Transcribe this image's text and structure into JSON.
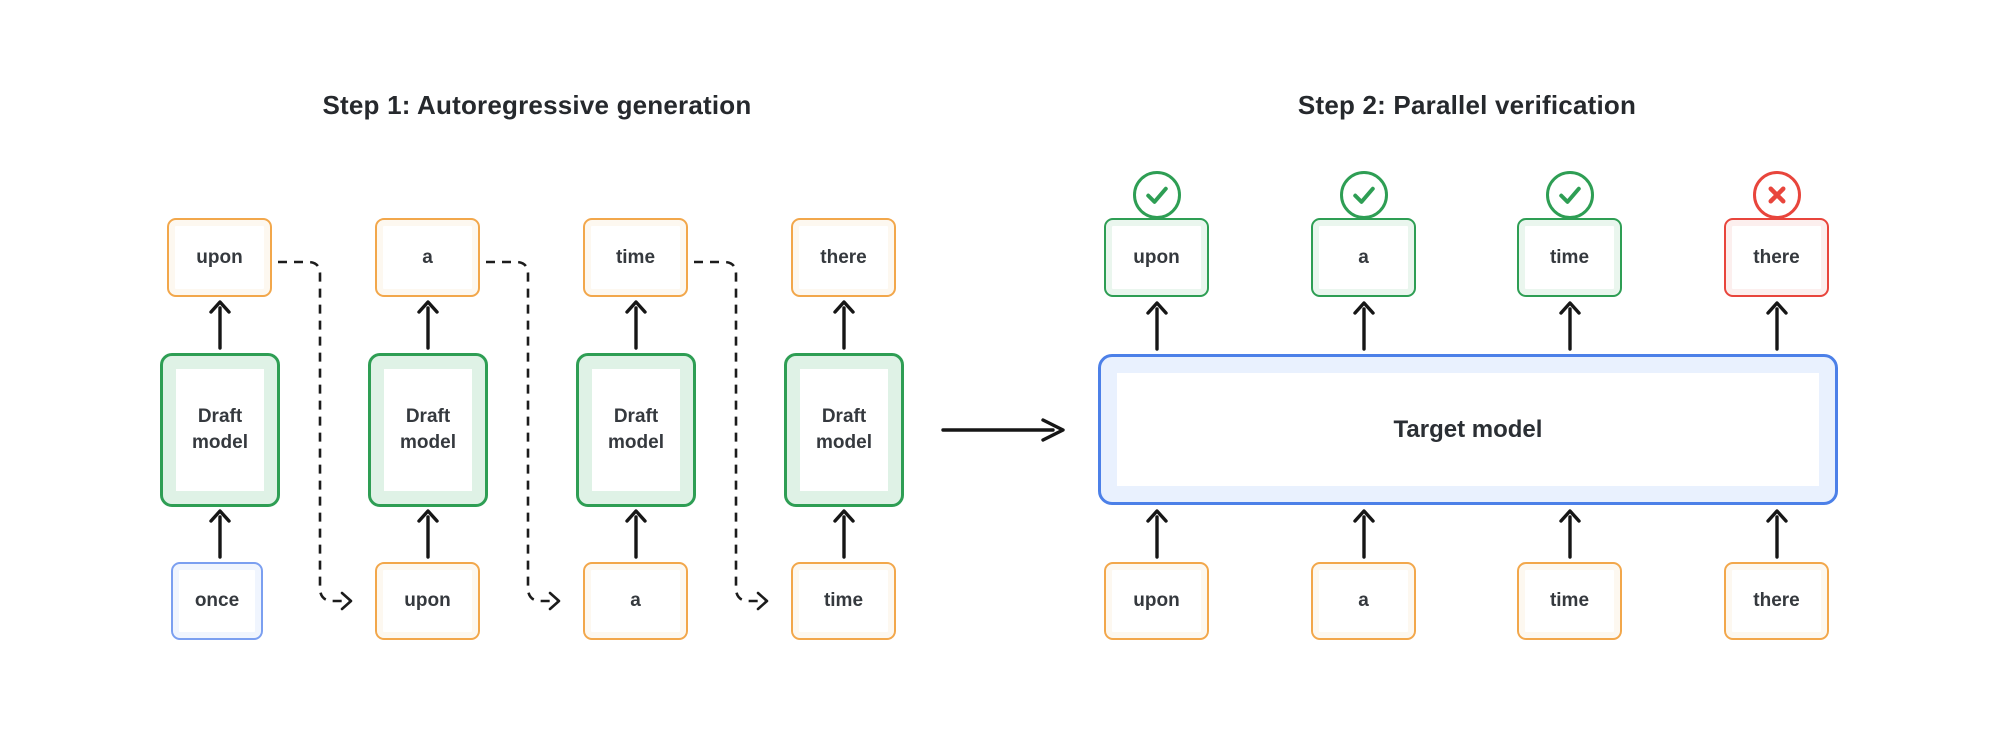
{
  "step1": {
    "title": "Step 1: Autoregressive generation",
    "columns": [
      {
        "top_token": "upon",
        "model_label": "Draft model",
        "bottom_token": "once"
      },
      {
        "top_token": "a",
        "model_label": "Draft model",
        "bottom_token": "upon"
      },
      {
        "top_token": "time",
        "model_label": "Draft model",
        "bottom_token": "a"
      },
      {
        "top_token": "there",
        "model_label": "Draft model",
        "bottom_token": "time"
      }
    ]
  },
  "step2": {
    "title": "Step 2: Parallel verification",
    "model_label": "Target model",
    "columns": [
      {
        "top_token": "upon",
        "bottom_token": "upon",
        "status": "accepted"
      },
      {
        "top_token": "a",
        "bottom_token": "a",
        "status": "accepted"
      },
      {
        "top_token": "time",
        "bottom_token": "time",
        "status": "accepted"
      },
      {
        "top_token": "there",
        "bottom_token": "there",
        "status": "rejected"
      }
    ]
  },
  "icons": {
    "accepted": "check-icon",
    "rejected": "x-icon"
  },
  "colors": {
    "draft_model_green": "#2E9E54",
    "token_orange": "#F2A74B",
    "start_token_blue": "#7B9FF0",
    "target_model_blue": "#4C80E8",
    "accept_green": "#2E9E54",
    "reject_red": "#E8453C",
    "text_dark": "#35393E",
    "arrow_black": "#161616"
  }
}
